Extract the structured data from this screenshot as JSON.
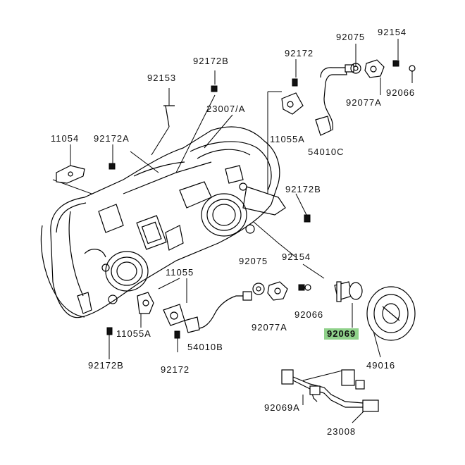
{
  "diagram": {
    "highlight_color": "#8fd18a",
    "highlighted_part": "92069",
    "part_labels": {
      "p92075_top": "92075",
      "p92154_top": "92154",
      "p92172_top": "92172",
      "p92172B_top": "92172B",
      "p92153": "92153",
      "p23007A": "23007/A",
      "p92077A_top": "92077A",
      "p92066_top": "92066",
      "p11054": "11054",
      "p92172A": "92172A",
      "p11055A_top": "11055A",
      "p54010C": "54010C",
      "p92172B_right": "92172B",
      "p92075_mid": "92075",
      "p92154_mid": "92154",
      "p11055": "11055",
      "p92066_mid": "92066",
      "p92077A_mid": "92077A",
      "p92069": "92069",
      "p11055A_bottom": "11055A",
      "p54010B": "54010B",
      "p49016": "49016",
      "p92172B_bottom": "92172B",
      "p92172_bottom": "92172",
      "p92069A": "92069A",
      "p23008": "23008"
    }
  }
}
